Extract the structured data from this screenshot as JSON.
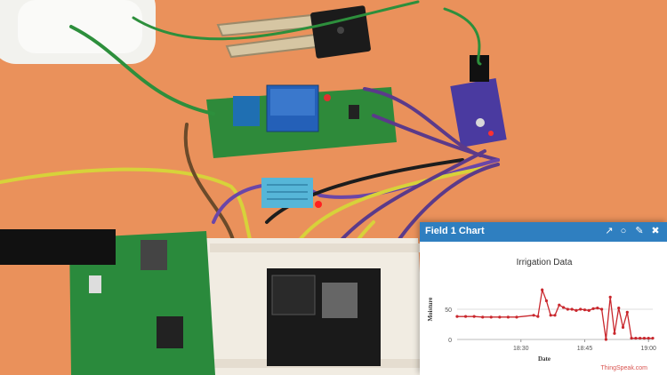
{
  "widget": {
    "title": "Field 1 Chart",
    "icons": [
      "external-link-icon",
      "comment-icon",
      "pencil-icon",
      "close-icon"
    ],
    "credit": "ThingSpeak.com"
  },
  "chart_data": {
    "type": "line",
    "title": "Irrigation Data",
    "xlabel": "Date",
    "ylabel": "Moisture",
    "x_ticks": [
      "18:30",
      "18:45",
      "19:00"
    ],
    "y_ticks": [
      "0",
      "50"
    ],
    "ylim": [
      0,
      100
    ],
    "x_range_minutes": [
      18.0,
      19.0
    ],
    "series": [
      {
        "color": "#c9272d",
        "x": [
          "18:15",
          "18:17",
          "18:19",
          "18:21",
          "18:23",
          "18:25",
          "18:27",
          "18:29",
          "18:33",
          "18:34",
          "18:35",
          "18:36",
          "18:37",
          "18:38",
          "18:39",
          "18:40",
          "18:41",
          "18:42",
          "18:43",
          "18:44",
          "18:45",
          "18:46",
          "18:47",
          "18:48",
          "18:49",
          "18:50",
          "18:51",
          "18:52",
          "18:53",
          "18:54",
          "18:55",
          "18:56",
          "18:57",
          "18:58",
          "18:59",
          "19:00",
          "19:01"
        ],
        "values": [
          38,
          38,
          38,
          37,
          37,
          37,
          37,
          37,
          40,
          38,
          82,
          64,
          40,
          40,
          57,
          53,
          50,
          50,
          48,
          50,
          49,
          48,
          51,
          52,
          50,
          0,
          70,
          10,
          52,
          20,
          45,
          2,
          2,
          2,
          2,
          2,
          2
        ]
      }
    ]
  }
}
